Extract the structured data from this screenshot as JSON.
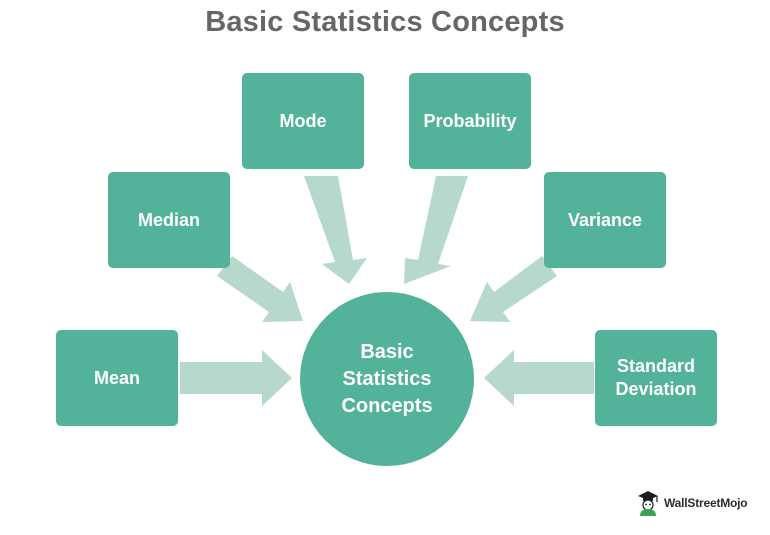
{
  "title": "Basic Statistics Concepts",
  "center": {
    "label_lines": [
      "Basic",
      "Statistics",
      "Concepts"
    ]
  },
  "nodes": {
    "mode": "Mode",
    "probability": "Probability",
    "median": "Median",
    "variance": "Variance",
    "mean": "Mean",
    "standard_deviation_lines": [
      "Standard",
      "Deviation"
    ]
  },
  "logo": {
    "text": "WallStreetMojo",
    "icon": "mojo-logo-icon"
  },
  "colors": {
    "node": "#52b29a",
    "arrow": "#b7d8cd",
    "title": "#666666"
  }
}
